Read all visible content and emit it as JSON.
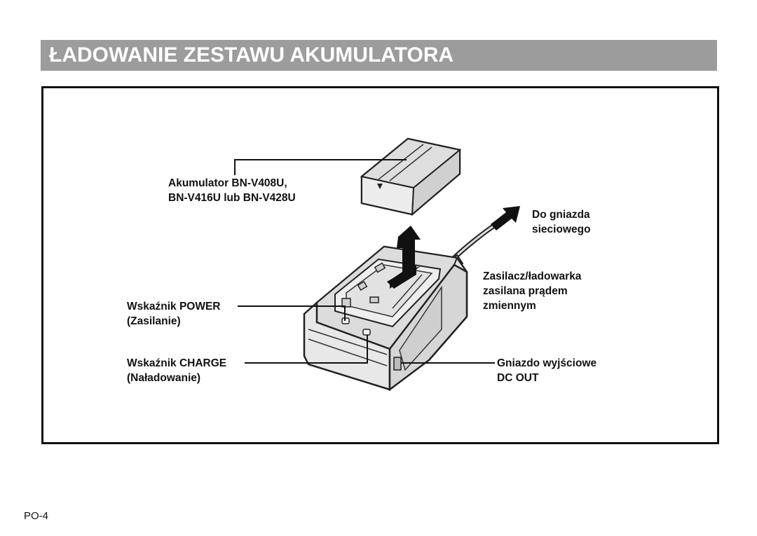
{
  "header": {
    "title": "ŁADOWANIE ZESTAWU AKUMULATORA"
  },
  "diagram": {
    "battery_label_line1": "Akumulator BN-V408U,",
    "battery_label_line2": "BN-V416U lub BN-V428U",
    "outlet_label_line1": "Do gniazda",
    "outlet_label_line2": "sieciowego",
    "charger_label_line1": "Zasilacz/ładowarka",
    "charger_label_line2": "zasilana prądem",
    "charger_label_line3": "zmiennym",
    "power_label_line1": "Wskaźnik POWER",
    "power_label_line2": "(Zasilanie)",
    "charge_label_line1": "Wskaźnik CHARGE",
    "charge_label_line2": "(Naładowanie)",
    "dcout_label_line1": "Gniazdo wyjściowe",
    "dcout_label_line2": "DC OUT"
  },
  "footer": {
    "page_number": "PO-4"
  }
}
